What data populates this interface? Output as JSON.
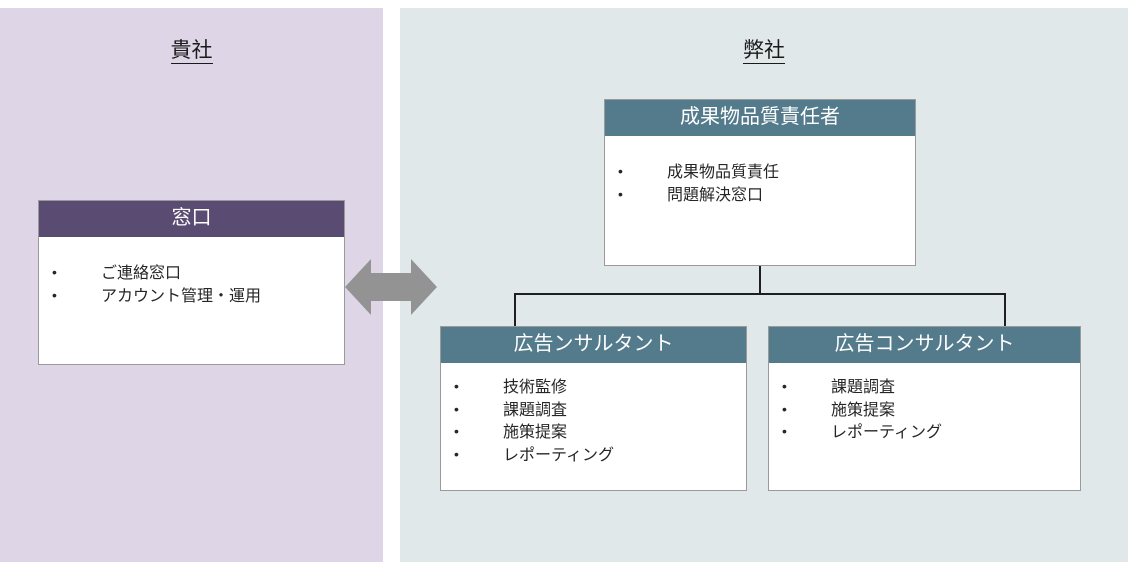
{
  "panels": {
    "left": {
      "title": "貴社",
      "background_color": "#ded5e6"
    },
    "right": {
      "title": "弊社",
      "background_color": "#e1e8ea"
    }
  },
  "colors": {
    "header_purple": "#5a4b73",
    "header_teal": "#537b8c",
    "arrow_gray": "#939393",
    "connector_line": "#1f1f1f"
  },
  "cards": {
    "madoguchi": {
      "title": "窓口",
      "bullets": [
        "ご連絡窓口",
        "アカウント管理・運用"
      ]
    },
    "quality_manager": {
      "title": "成果物品質責任者",
      "bullets": [
        "成果物品質責任",
        "問題解決窓口"
      ]
    },
    "consultant_1": {
      "title": "広告ンサルタント",
      "bullets": [
        "技術監修",
        "課題調査",
        "施策提案",
        "レポーティング"
      ]
    },
    "consultant_2": {
      "title": "広告コンサルタント",
      "bullets": [
        "課題調査",
        "施策提案",
        "レポーティング"
      ]
    }
  },
  "arrow": {
    "name": "bidirectional-arrow"
  }
}
